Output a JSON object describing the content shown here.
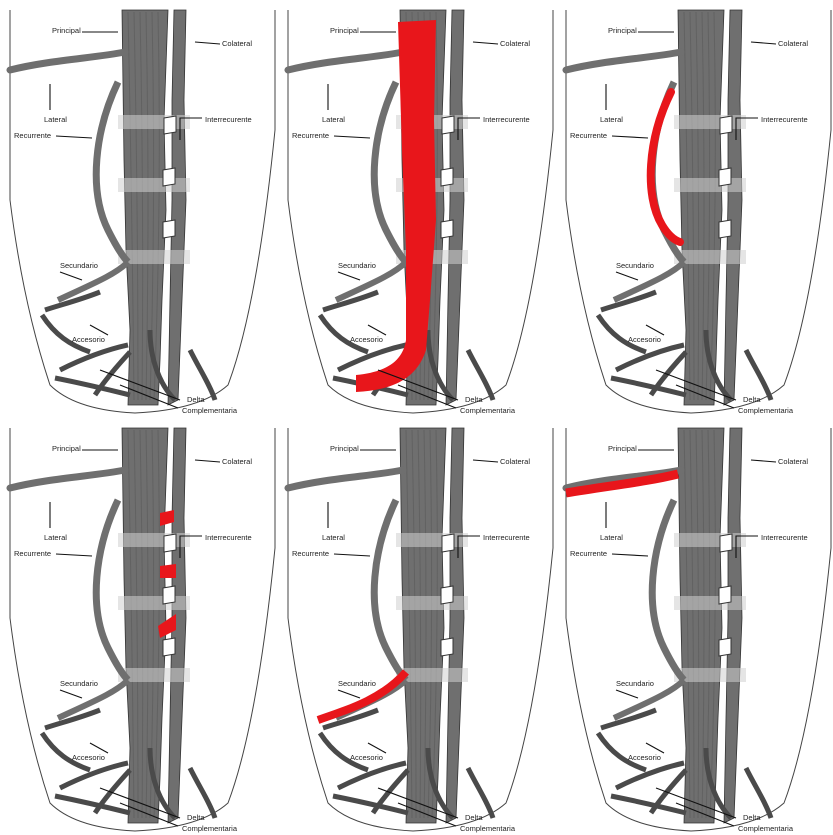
{
  "labels": {
    "principal": "Principal",
    "colateral": "Colateral",
    "lateral": "Lateral",
    "recurrente": "Recurrente",
    "interrecurrente": "Interrecurente",
    "secundario": "Secundario",
    "accesorio": "Accesorio",
    "delta": "Delta",
    "complementaria": "Complementaria"
  },
  "colors": {
    "vessel": "#6f6f6f",
    "vessel_dark": "#4a4a4a",
    "highlight": "#e8161b",
    "outline": "#333333"
  },
  "panels": [
    {
      "highlight": "none"
    },
    {
      "highlight": "principal"
    },
    {
      "highlight": "recurrente"
    },
    {
      "highlight": "interrecurrente"
    },
    {
      "highlight": "secundario"
    },
    {
      "highlight": "lateral"
    }
  ]
}
